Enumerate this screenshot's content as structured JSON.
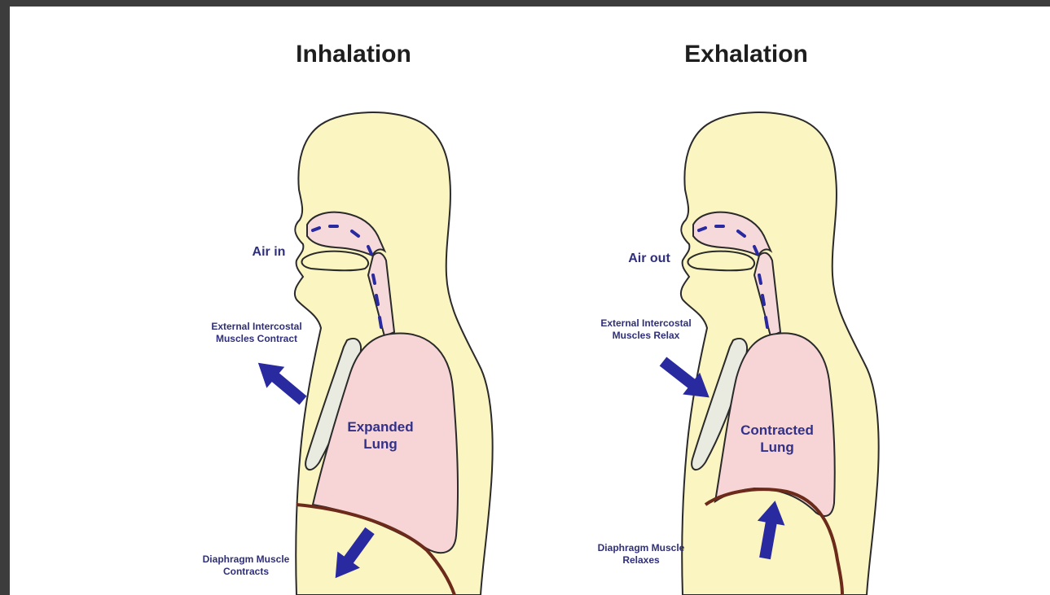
{
  "inhalation": {
    "title": "Inhalation",
    "air_label": "Air in",
    "intercostal_label": "External Intercostal Muscles Contract",
    "lung_label": "Expanded Lung",
    "diaphragm_label": "Diaphragm Muscle Contracts"
  },
  "exhalation": {
    "title": "Exhalation",
    "air_label": "Air out",
    "intercostal_label": "External Intercostal Muscles Relax",
    "lung_label": "Contracted Lung",
    "diaphragm_label": "Diaphragm Muscle Relaxes"
  },
  "colors": {
    "body": "#fbf5c2",
    "airway": "#f6d9da",
    "lung": "#f7d4d5",
    "diaphragm": "#6b2a1a",
    "arrow": "#2a2aa0",
    "sternum": "#e9ebe0",
    "outline": "#2a2a2a"
  }
}
